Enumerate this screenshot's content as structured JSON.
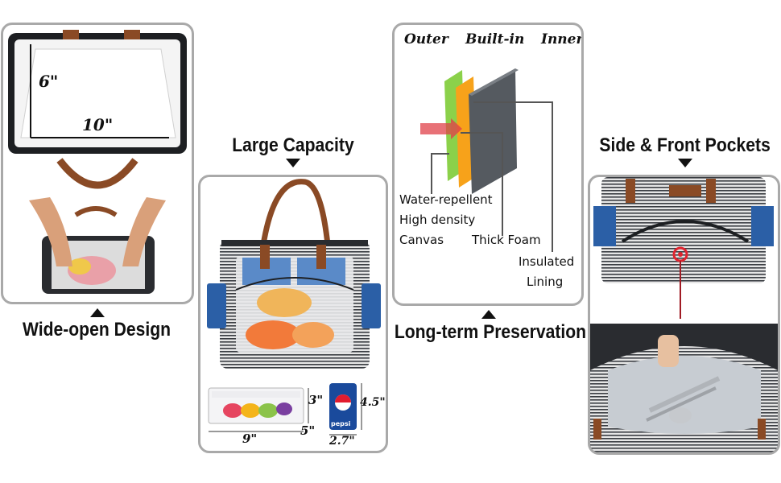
{
  "panels": {
    "wide_open": {
      "caption": "Wide-open Design",
      "dimensions": {
        "height": "6\"",
        "width": "10\""
      }
    },
    "large_capacity": {
      "caption": "Large Capacity",
      "dimensions": {
        "box_height": "3\"",
        "box_length": "9\"",
        "box_depth": "5\"",
        "can_height": "4.5\"",
        "can_width": "2.7\""
      },
      "can_brand": "pepsi"
    },
    "layers": {
      "caption": "Long-term Preservation",
      "layer_headers": [
        "Outer",
        "Built-in",
        "Inner"
      ],
      "materials": {
        "water": "Water-repellent",
        "density": "High density",
        "canvas": "Canvas",
        "foam": "Thick Foam",
        "insulated": "Insulated",
        "lining": "Lining"
      },
      "colors": {
        "outer": "#8bd14a",
        "builtin": "#f7a21a",
        "inner": "#555a60",
        "arrow": "#e0424a"
      }
    },
    "pockets": {
      "caption": "Side & Front Pockets"
    }
  }
}
